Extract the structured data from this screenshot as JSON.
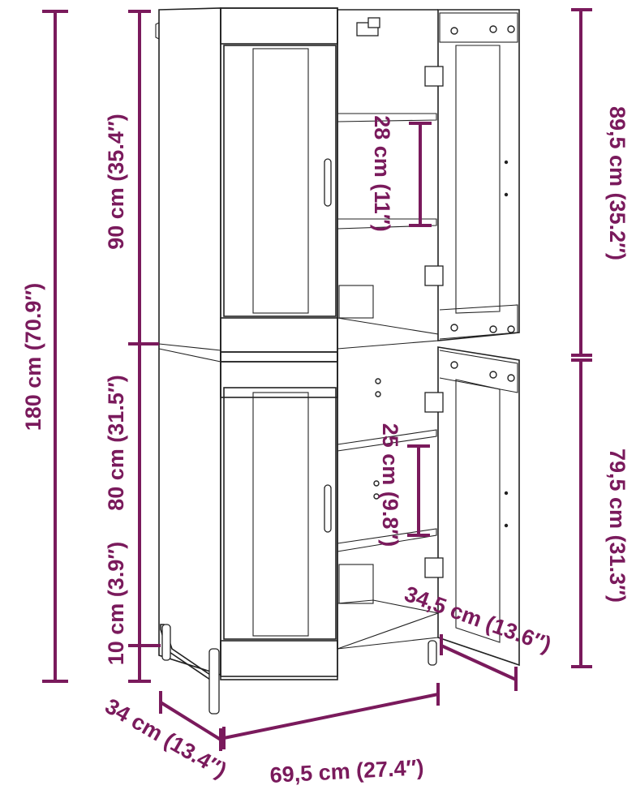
{
  "colors": {
    "dimension": "#7a1a5c",
    "outline": "#222222",
    "background": "#ffffff"
  },
  "dimensions": {
    "total_height": "180 cm (70.9″)",
    "upper_height": "90 cm (35.4″)",
    "lower_height": "80 cm (31.5″)",
    "leg_height": "10 cm (3.9″)",
    "upper_door_height": "89,5 cm (35.2″)",
    "lower_door_height": "79,5 cm (31.3″)",
    "upper_shelf_gap": "28 cm (11″)",
    "lower_shelf_gap": "25 cm (9.8″)",
    "depth": "34 cm (13.4″)",
    "width": "69,5 cm (27.4″)",
    "door_width": "34,5 cm (13.6″)"
  }
}
